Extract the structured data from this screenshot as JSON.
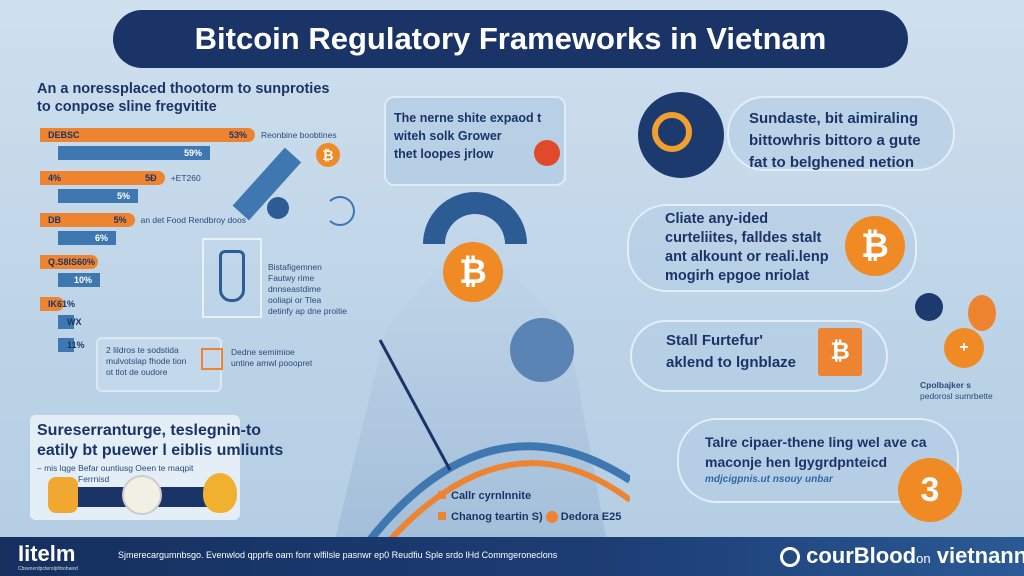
{
  "title": "Bitcoin Regulatory Frameworks in Vietnam",
  "left": {
    "heading_1": "An a noresspla­ced thootorm to sunproties",
    "heading_2": "to conpose sline fregvitite",
    "bars": [
      {
        "orange_label": "DEBSC",
        "orange_value": "53%",
        "blue_value": "59%",
        "note": "Reonbine boobtines",
        "orange_pct": 100,
        "blue_pct": 76
      },
      {
        "orange_label": "4%",
        "orange_value": "5Ð",
        "blue_value": "5%",
        "note": "+ET260",
        "orange_pct": 58,
        "blue_pct": 40
      },
      {
        "orange_label": "DB",
        "orange_value": "5%",
        "blue_value": "6%",
        "note": "an det Food Rendbroy doos",
        "orange_pct": 44,
        "blue_pct": 29
      },
      {
        "orange_label": "Q.S8IS",
        "orange_value": "60%",
        "blue_value": "10%",
        "note": "",
        "orange_pct": 27,
        "blue_pct": 21
      },
      {
        "orange_label": "IK",
        "orange_value": "61%",
        "blue_value": "WX",
        "note": "",
        "orange_pct": 11,
        "blue_pct": 2
      },
      {
        "orange_label": "",
        "orange_value": "",
        "blue_value": "11%",
        "note": "",
        "orange_pct": 0,
        "blue_pct": 2
      }
    ],
    "icon_caption": [
      "Bistafigemnen",
      "Fautwy rime",
      "dnnseastdime",
      "ooliapi or Tlea",
      "detinfy ap dne proitie"
    ],
    "small_box": [
      "2 lildros te sodstida",
      "mulvotslap fhode tion",
      "ot tlot de oudore"
    ],
    "small_box_side": [
      "Dedne semimioe",
      "untine amwl pooopret"
    ],
    "callout": {
      "line1": "Sureserranturge, teslegnin-to",
      "line2": "eatily bt puewer l eiblis umliunts",
      "sub": "– mis lqge Befar ountiusg Oeen te maqpit",
      "badge_label": "Ferrnisd"
    }
  },
  "center": {
    "box": [
      "The nerne shite expaod t",
      "witeh solk Grower",
      "thet loopes jrlow"
    ],
    "legend": [
      {
        "label": "Callr cyrnlnnite"
      },
      {
        "label": "Chanog teartin S)",
        "extra": "Dedora E25"
      }
    ]
  },
  "right": {
    "pill_1": [
      "Sundaste, bit aimiraling",
      "bittowhris bittoro a gute",
      "fat to belghened netion"
    ],
    "pill_2": [
      "Cliate any-ided",
      "curteliites, falldes stalt",
      "ant alkount or reali.lenp",
      "mogirh epgoe nriolat"
    ],
    "pill_3": [
      "Stall Furtefur'",
      "aklend to lgnblaze"
    ],
    "side_caption": [
      "Cpolbajker s",
      "pedorosl sumrbette"
    ],
    "pill_4": [
      "Talre cipaer-thene ling wel ave ca",
      "maconje hen lgygrdpnteicd"
    ],
    "pill_4_sub": "mdjcigpnis.ut nsouy unbar"
  },
  "footer": {
    "logo": "Iitelm",
    "logo_sub": "Cbsenerdpcterolphbohwed",
    "text": "Sjmerecargumnbsgo.  Evenwlod qpprfe oam fonr wlfilsle pasnwr ep0 Reudfiu Sple srdo lHd Commgeroneclons",
    "brand": "courBlood",
    "brand_on": "on",
    "brand_country": "vietnann"
  },
  "colors": {
    "navy": "#1b3468",
    "orange": "#ee8430",
    "blue": "#3f78b0"
  }
}
